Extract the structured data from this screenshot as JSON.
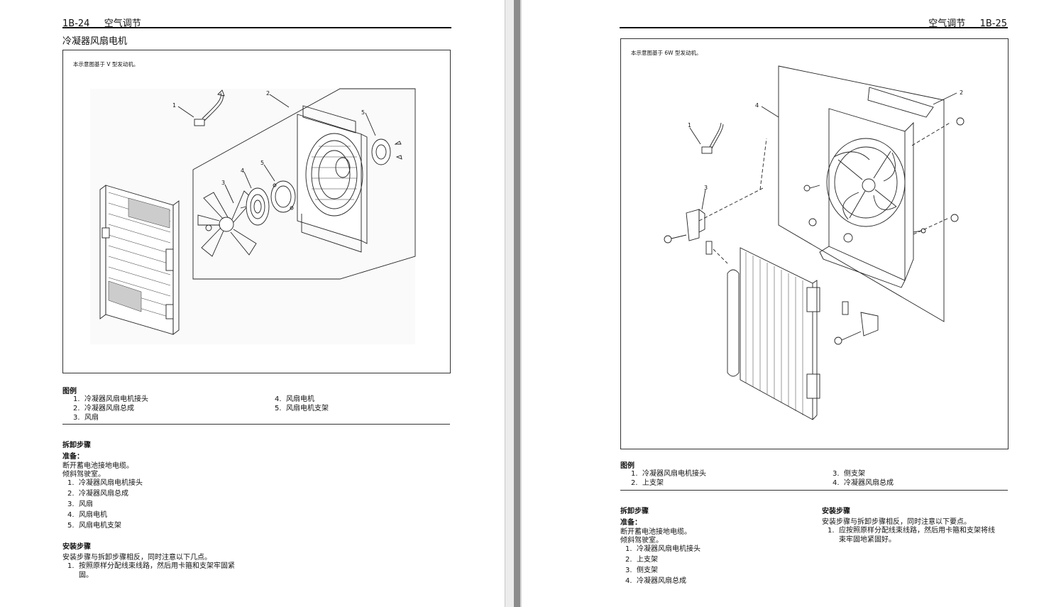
{
  "left": {
    "header": {
      "page_number": "1B-24",
      "chapter": "空气调节"
    },
    "section_title": "冷凝器风扇电机",
    "figure_note": "本示意图基于 V 型发动机。",
    "callouts": [
      "1",
      "2",
      "3",
      "4",
      "5",
      "5"
    ],
    "legend": {
      "title": "图例",
      "col1": [
        {
          "num": "1.",
          "text": "冷凝器风扇电机接头"
        },
        {
          "num": "2.",
          "text": "冷凝器风扇总成"
        },
        {
          "num": "3.",
          "text": "风扇"
        }
      ],
      "col2": [
        {
          "num": "4.",
          "text": "风扇电机"
        },
        {
          "num": "5.",
          "text": "风扇电机支架"
        }
      ]
    },
    "removal": {
      "title": "拆卸步骤",
      "prep_label": "准备：",
      "prep_lines": [
        "断开蓄电池接地电缆。",
        "倾斜驾驶室。"
      ],
      "steps": [
        {
          "num": "1.",
          "text": "冷凝器风扇电机接头"
        },
        {
          "num": "2.",
          "text": "冷凝器风扇总成"
        },
        {
          "num": "3.",
          "text": "风扇"
        },
        {
          "num": "4.",
          "text": "风扇电机"
        },
        {
          "num": "5.",
          "text": "风扇电机支架"
        }
      ]
    },
    "install": {
      "title": "安装步骤",
      "intro": "安装步骤与拆卸步骤相反，同时注意以下几点。",
      "step_num": "1.",
      "step_line1": "按照原样分配线束线路，然后用卡箍和支架牢固紧",
      "step_line2": "固。"
    }
  },
  "right": {
    "header": {
      "chapter": "空气调节",
      "page_number": "1B-25"
    },
    "figure_note": "本示意图基于 6W 型发动机。",
    "callouts": [
      "1",
      "2",
      "3",
      "4"
    ],
    "legend": {
      "title": "图例",
      "col1": [
        {
          "num": "1.",
          "text": "冷凝器风扇电机接头"
        },
        {
          "num": "2.",
          "text": "上支架"
        }
      ],
      "col2": [
        {
          "num": "3.",
          "text": "侧支架"
        },
        {
          "num": "4.",
          "text": "冷凝器风扇总成"
        }
      ]
    },
    "removal": {
      "title": "拆卸步骤",
      "prep_label": "准备：",
      "prep_lines": [
        "断开蓄电池接地电缆。",
        "倾斜驾驶室。"
      ],
      "steps": [
        {
          "num": "1.",
          "text": "冷凝器风扇电机接头"
        },
        {
          "num": "2.",
          "text": "上支架"
        },
        {
          "num": "3.",
          "text": "侧支架"
        },
        {
          "num": "4.",
          "text": "冷凝器风扇总成"
        }
      ]
    },
    "install": {
      "title": "安装步骤",
      "intro": "安装步骤与拆卸步骤相反，同时注意以下要点。",
      "step_num": "1.",
      "step_line1": "应按照原样分配线束线路，然后用卡箍和支架将线",
      "step_line2": "束牢固地紧固好。"
    }
  }
}
